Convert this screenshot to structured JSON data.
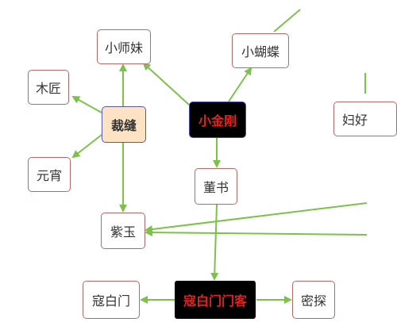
{
  "diagram": {
    "colors": {
      "edge": "#7cc24a",
      "node_border": "#b56a6a",
      "highlight_text": "#e62020"
    },
    "nodes": {
      "xiaoshimei": "小师妹",
      "xiaohudie": "小蝴蝶",
      "mujiang": "木匠",
      "caifeng": "裁缝",
      "xiaojingang": "小金刚",
      "fuhao": "妇好",
      "yuanxiao": "元宵",
      "dongshu": "董书",
      "ziyu": "紫玉",
      "koubaimen": "寇白门",
      "koubaimenmenke": "寇白门门客",
      "mitan": "密探"
    }
  }
}
